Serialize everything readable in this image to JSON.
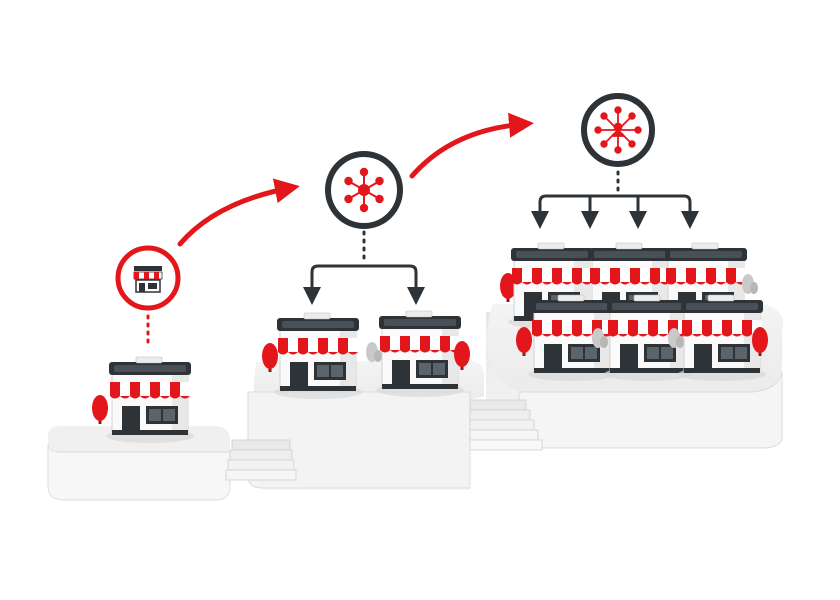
{
  "colors": {
    "accent": "#e3161c",
    "dark": "#2e3338",
    "platform_top": "#f2f2f2",
    "platform_side": "#dedede"
  },
  "stages": [
    {
      "stage": 1,
      "stores": 1,
      "hub_icon": "storefront-icon"
    },
    {
      "stage": 2,
      "stores": 2,
      "hub_icon": "network-hub-icon"
    },
    {
      "stage": 3,
      "stores": 6,
      "hub_icon": "network-people-hub-icon"
    }
  ]
}
